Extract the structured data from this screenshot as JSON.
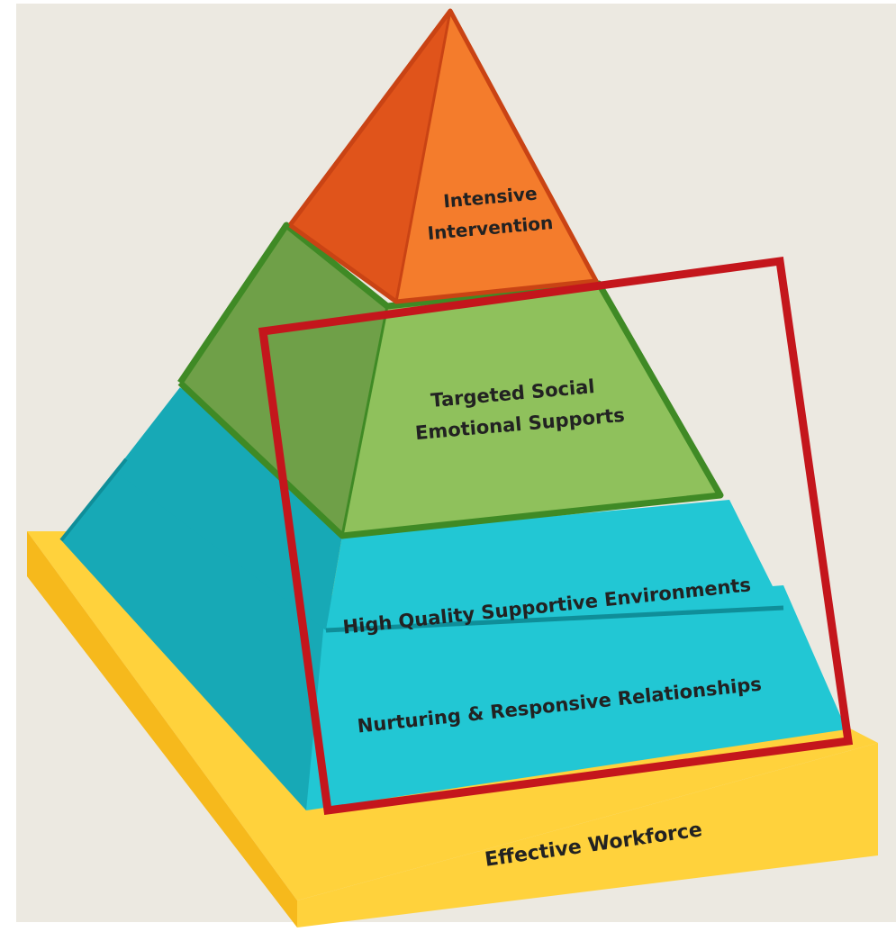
{
  "pyramid": {
    "tiers": [
      {
        "id": "intensive",
        "lines": [
          "Intensive",
          "Intervention"
        ],
        "color": "#f47c2c",
        "shade": "#e0541b"
      },
      {
        "id": "targeted",
        "lines": [
          "Targeted Social",
          "Emotional Supports"
        ],
        "color": "#8fc15c",
        "shade": "#6fa048"
      },
      {
        "id": "environments",
        "lines": [
          "High Quality Supportive Environments"
        ],
        "color": "#22c7d4",
        "shade": "#17a9b6"
      },
      {
        "id": "relationships",
        "lines": [
          "Nurturing & Responsive Relationships"
        ],
        "color": "#22c7d4",
        "shade": "#17a9b6"
      }
    ],
    "base": {
      "lines": [
        "Effective Workforce"
      ],
      "color": "#ffd23c",
      "shade": "#f6b91c"
    },
    "highlight_color": "#c4161c",
    "background_color": "#ece9e1"
  }
}
